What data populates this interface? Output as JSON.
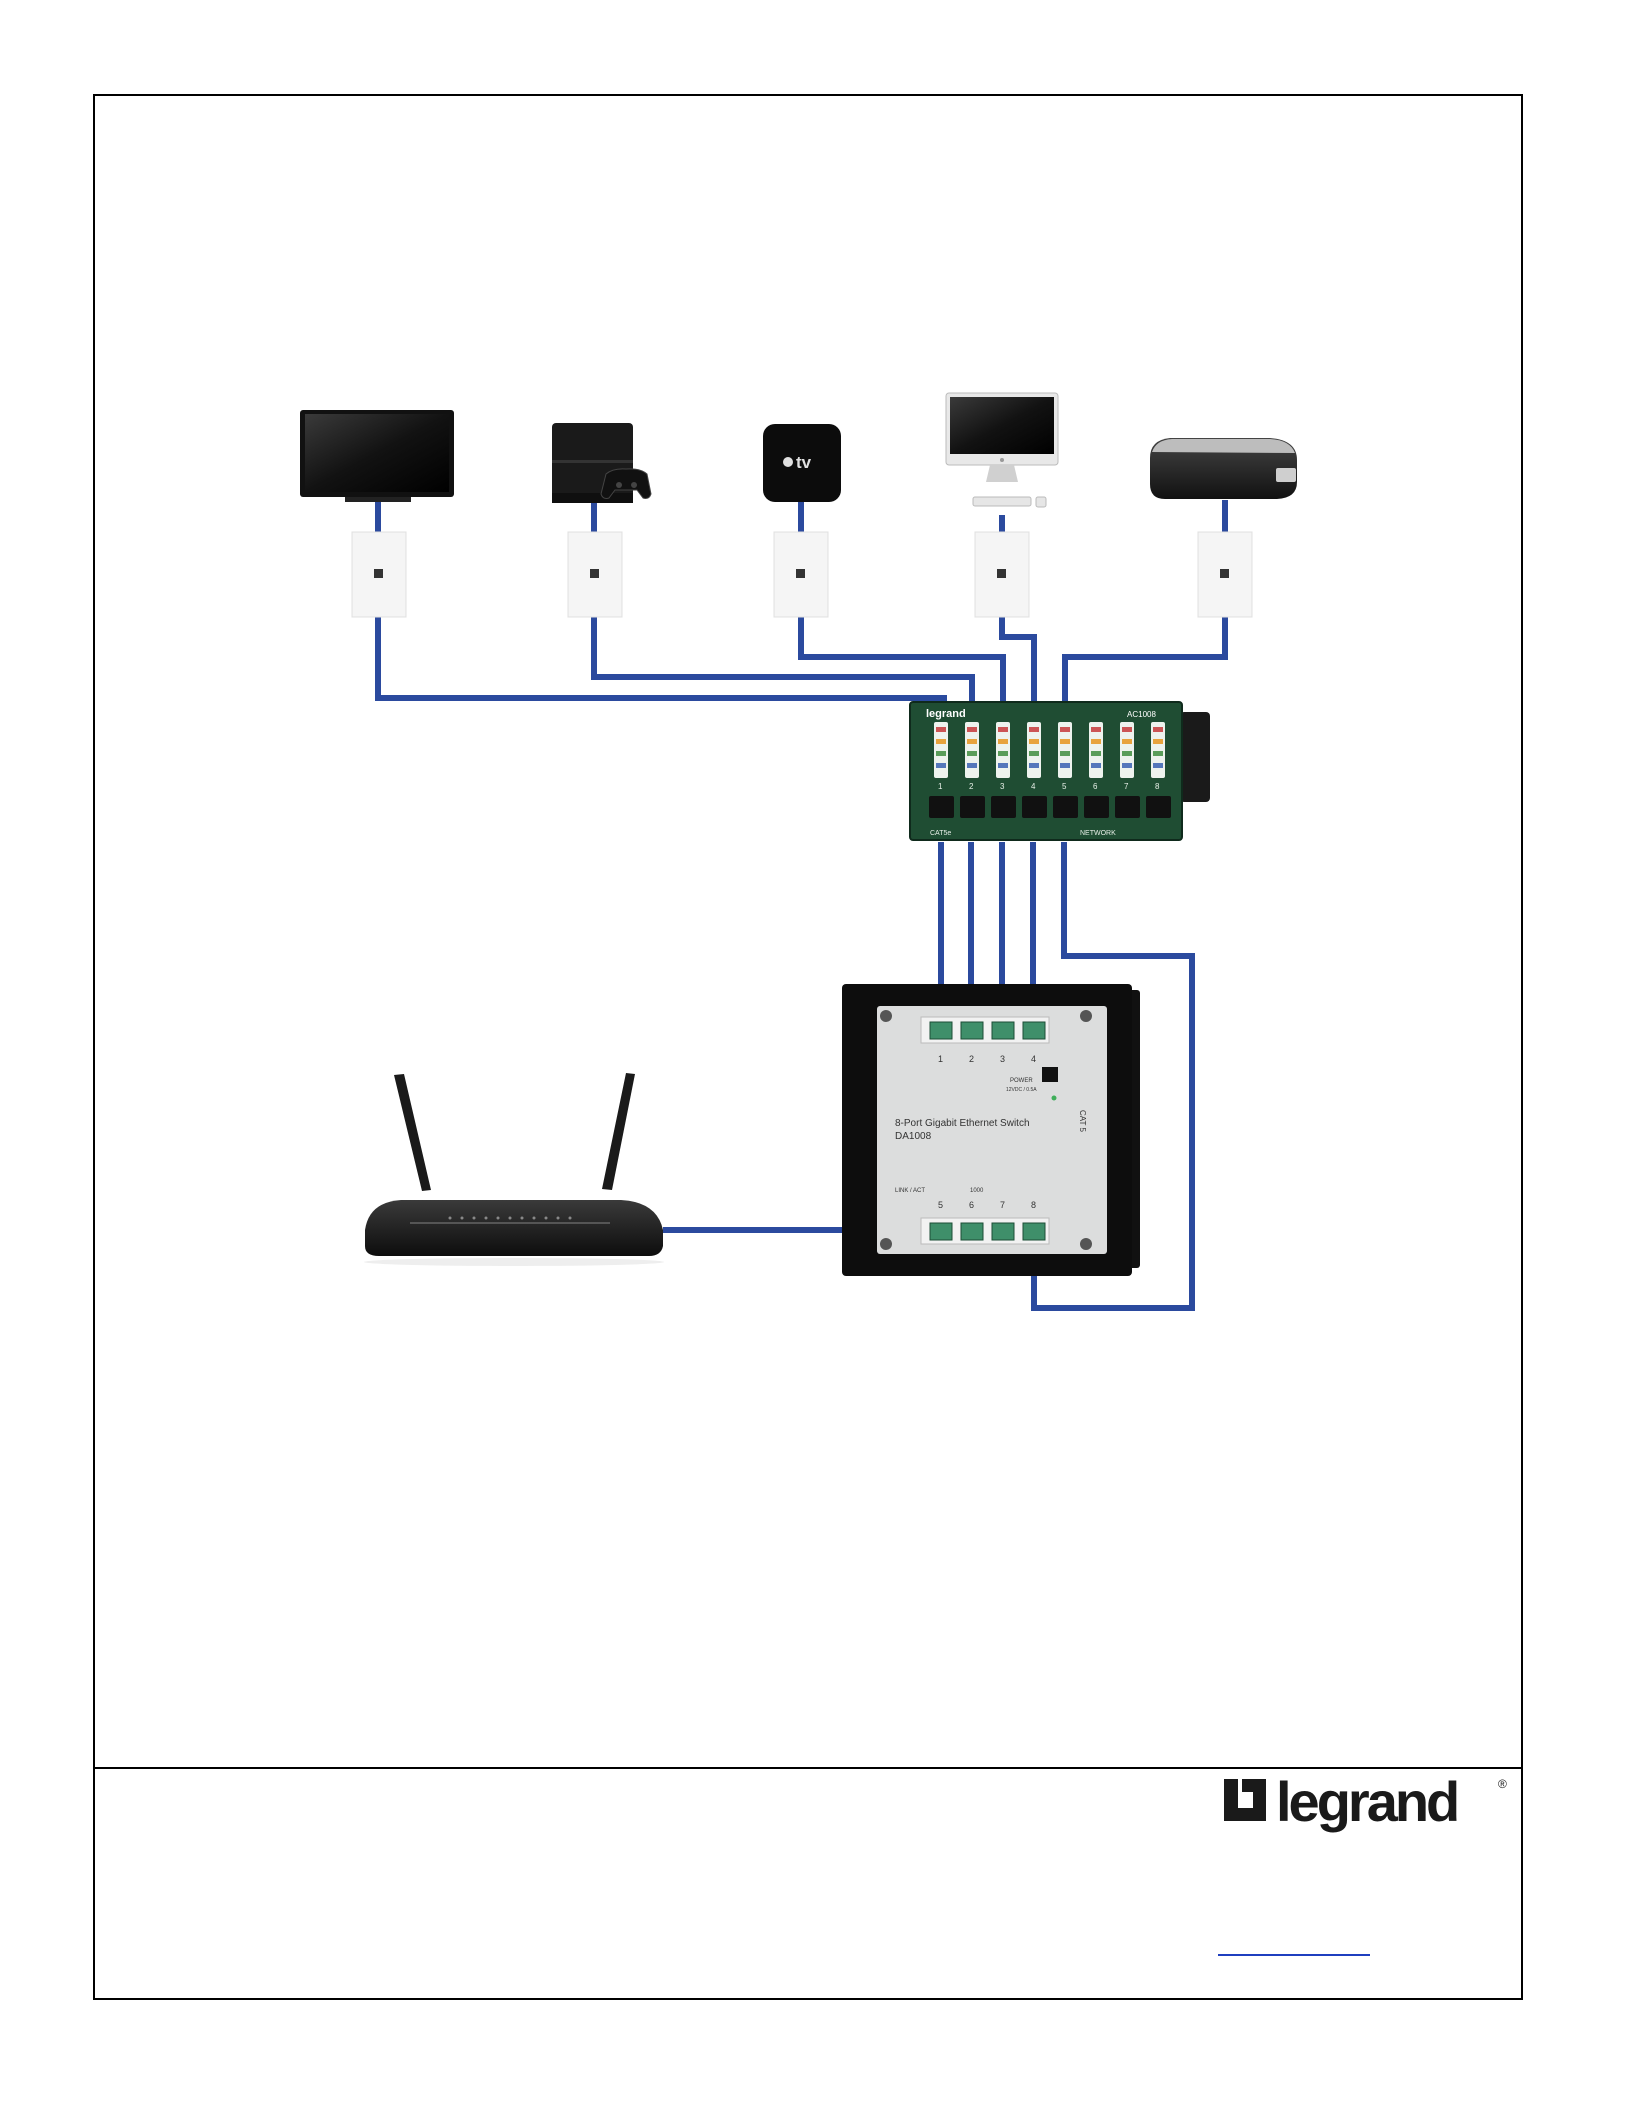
{
  "devices": [
    {
      "name": "tv-icon"
    },
    {
      "name": "game-console-icon"
    },
    {
      "name": "apple-tv-icon",
      "label": "tv"
    },
    {
      "name": "desktop-computer-icon"
    },
    {
      "name": "media-box-icon"
    },
    {
      "name": "wireless-router-icon"
    }
  ],
  "patch_panel": {
    "brand": "legrand",
    "model": "AC1008",
    "ports": [
      "1",
      "2",
      "3",
      "4",
      "5",
      "6",
      "7",
      "8"
    ],
    "bottom_labels": [
      "CAT5e",
      "LINK / ACT",
      "1000",
      "POWER",
      "NETWORK"
    ]
  },
  "switch": {
    "title_line1": "8-Port Gigabit Ethernet Switch",
    "title_line2": "DA1008",
    "top_ports": [
      "1",
      "2",
      "3",
      "4"
    ],
    "bottom_ports": [
      "5",
      "6",
      "7",
      "8"
    ],
    "power_label": "POWER",
    "power_spec": "12VDC / 0.5A",
    "link_label": "LINK / ACT",
    "speed_label": "1000",
    "side_label": "CAT 5"
  },
  "footer": {
    "logo_text": "legrand",
    "registered_mark": "®"
  },
  "colors": {
    "cable": "#2b4a9e",
    "panel_green": "#1f4d33",
    "switch_face": "#dcdddd"
  }
}
